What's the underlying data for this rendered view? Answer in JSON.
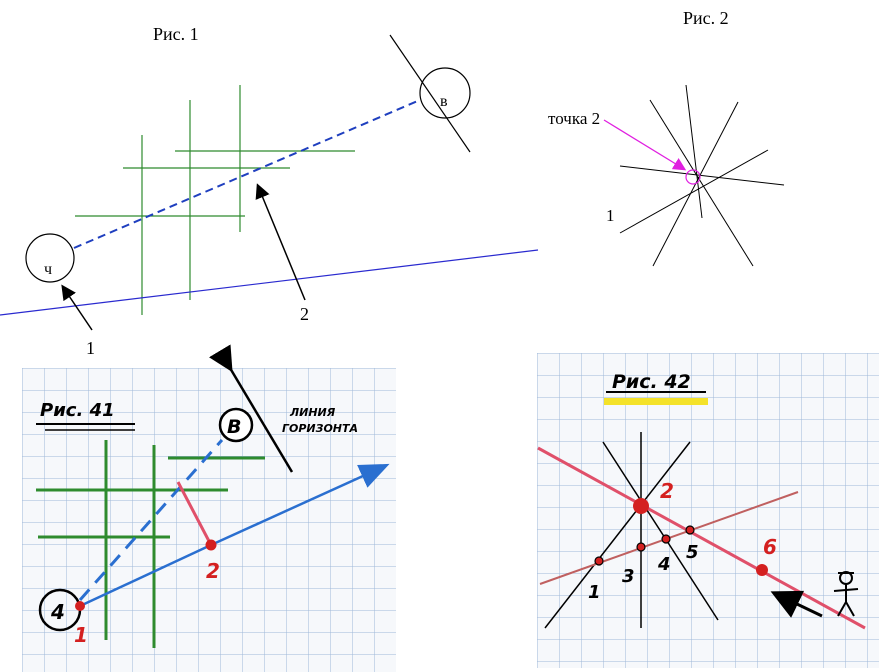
{
  "fig1": {
    "title": "Рис. 1",
    "point_v": "в",
    "point_ch": "ч",
    "label_1": "1",
    "label_2": "2"
  },
  "fig2": {
    "title": "Рис. 2",
    "point_label": "точка 2",
    "label_1": "1"
  },
  "fig41": {
    "title": "Рис. 41",
    "point_b": "В",
    "point_4": "4",
    "horizon_line1": "ЛИНИЯ",
    "horizon_line2": "ГОРИЗОНТА",
    "label_1": "1",
    "label_2": "2"
  },
  "fig42": {
    "title": "Рис. 42",
    "labels": [
      "1",
      "2",
      "3",
      "4",
      "5",
      "6"
    ]
  },
  "colors": {
    "green": "#2e8b2e",
    "blue_dash": "#1f3fbf",
    "horizon_blue": "#2a2acf",
    "magenta": "#e020e0",
    "red": "#d42020",
    "pink_line": "#e0506a",
    "grid_blue": "#9fb8d8",
    "arrow_blue": "#2a6fd0",
    "highlight_yellow": "#f4e22a"
  }
}
